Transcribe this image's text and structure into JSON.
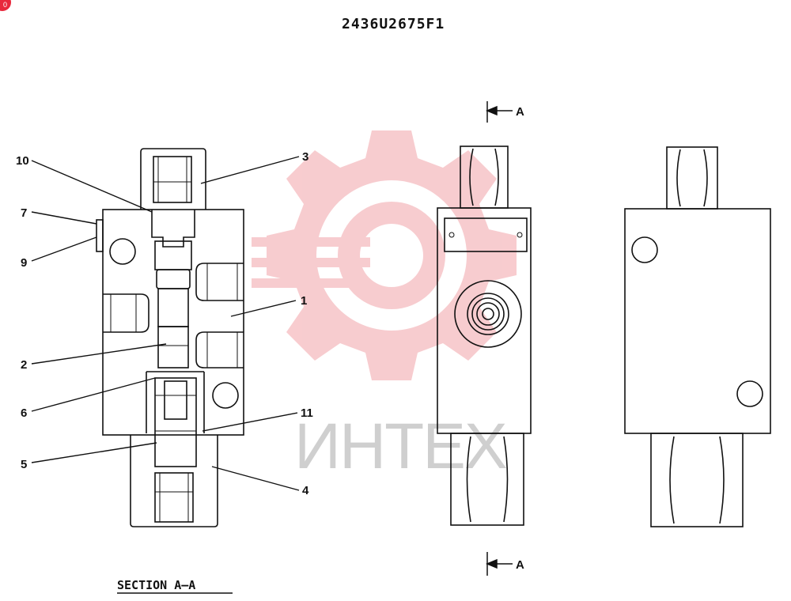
{
  "title": "2436U2675F1",
  "section_label": "SECTION  A—A",
  "section_marker": "A",
  "watermark_text": "ИНТЕХ",
  "badge_text": "0",
  "callouts": [
    {
      "id": "c10",
      "text": "10"
    },
    {
      "id": "c7",
      "text": "7"
    },
    {
      "id": "c9",
      "text": "9"
    },
    {
      "id": "c3",
      "text": "3"
    },
    {
      "id": "c1",
      "text": "1"
    },
    {
      "id": "c2",
      "text": "2"
    },
    {
      "id": "c6",
      "text": "6"
    },
    {
      "id": "c11",
      "text": "11"
    },
    {
      "id": "c5",
      "text": "5"
    },
    {
      "id": "c4",
      "text": "4"
    }
  ],
  "colors": {
    "line": "#111111",
    "watermark_logo": "#f2a3a8",
    "watermark_text": "#cfcfcf",
    "badge": "#e8283c"
  }
}
